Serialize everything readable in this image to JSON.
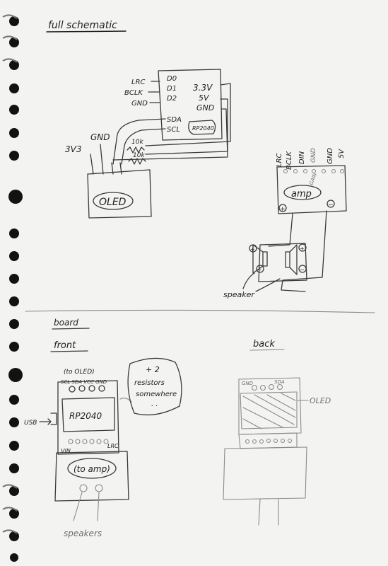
{
  "titles": {
    "schematic": "full schematic",
    "board": "board",
    "front": "front",
    "back": "back"
  },
  "schematic": {
    "rp2040": {
      "label": "RP2040",
      "left_pins": [
        "LRC",
        "BCLK",
        "GND"
      ],
      "inner_pins": [
        "D0",
        "D1",
        "D2"
      ],
      "right_pins": [
        "3.3V",
        "5V",
        "GND"
      ],
      "i2c_pins": [
        "SDA",
        "SCL"
      ]
    },
    "oled": {
      "label": "OLED",
      "supply": [
        "3V3",
        "GND"
      ]
    },
    "resistors": [
      "10k",
      "10k"
    ],
    "amp": {
      "label": "amp",
      "pins": [
        "LRC",
        "BCLK",
        "DIN",
        "GND",
        "GND",
        "5V"
      ],
      "gain": "GAIN",
      "plus": "+",
      "minus": "−"
    },
    "speaker": {
      "label": "speaker",
      "plus": "+",
      "minus": "−"
    }
  },
  "board_front": {
    "oled_note": "(to OLED)",
    "oled_pins": "SCL SDA VCC GND",
    "rp2040": "RP2040",
    "usb": "USB",
    "amp_pins_left": "VIN",
    "amp_pins_right": "LRC",
    "amp_note": "(to amp)",
    "speakers": "speakers",
    "bubble": [
      "+ 2",
      "resistors",
      "somewhere",
      ". ."
    ]
  },
  "board_back": {
    "oled_label": "OLED",
    "gnd": "GND",
    "sda": "SDA"
  }
}
